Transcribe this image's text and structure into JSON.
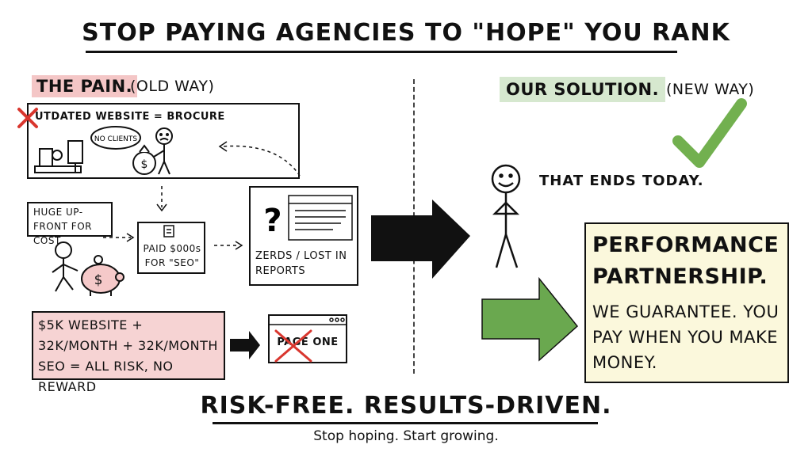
{
  "title": "STOP PAYING AGENCIES TO \"HOPE\" YOU RANK",
  "pain": {
    "label": "THE PAIN.",
    "sub": "(OLD WAY)",
    "outdated": "UTDATED WEBSITE = BROCURE",
    "no_clients": "NO CLIENTS",
    "huge_cost": "HUGE UP-FRONT FOR COST",
    "paid_seo": "PAID $000s FOR \"SEO\"",
    "zerds": "ZERDS / LOST IN REPORTS",
    "risk": "$5K WEBSITE + 32K/MONTH + 32K/MONTH SEO = ALL RISK, NO REWARD",
    "page_one": "PAGE ONE"
  },
  "solution": {
    "label": "OUR SOLUTION.",
    "sub": "(NEW WAY)",
    "ends_today": "THAT ENDS TODAY.",
    "perf_title": "PERFORMANCE PARTNERSHIP.",
    "perf_body": "WE GUARANTEE. YOU PAY WHEN YOU MAKE MONEY."
  },
  "footer": {
    "title": "RISK-FREE. RESULTS-DRIVEN.",
    "sub": "Stop hoping. Start growing."
  },
  "colors": {
    "pain_highlight": "#f4c6c6",
    "solution_highlight": "#d6e8cf",
    "green_arrow": "#6aa84f",
    "check": "#72b04f",
    "x_mark": "#d9362e",
    "partnership_box": "#fbf8dc"
  }
}
